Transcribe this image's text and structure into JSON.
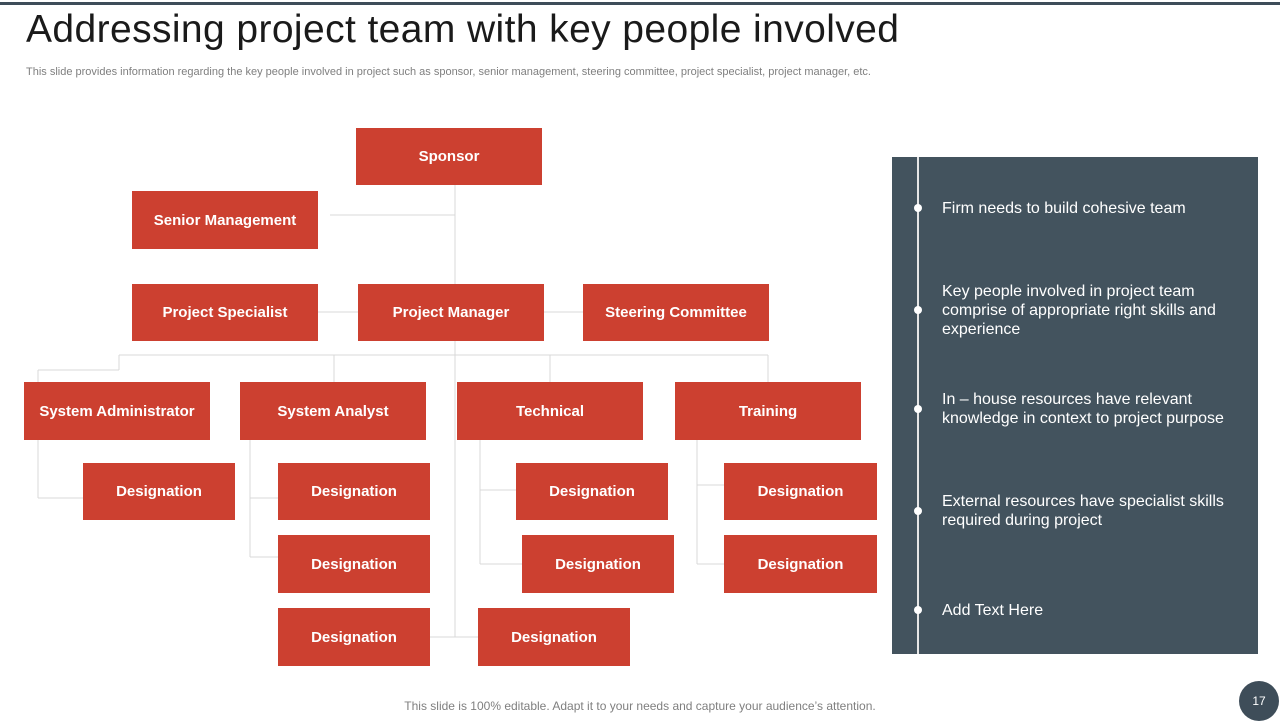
{
  "slide": {
    "title": "Addressing project team with key people involved",
    "subtitle": "This slide provides information regarding the key people involved in project such as sponsor, senior management, steering committee, project specialist, project manager, etc.",
    "footer": "This slide is 100% editable. Adapt it to your needs and capture your audience’s attention.",
    "page_number": "17"
  },
  "org": {
    "sponsor": "Sponsor",
    "senior_management": "Senior Management",
    "project_specialist": "Project Specialist",
    "project_manager": "Project Manager",
    "steering_committee": "Steering Committee",
    "system_administrator": "System Administrator",
    "system_analyst": "System Analyst",
    "technical": "Technical",
    "training": "Training",
    "designation": "Designation"
  },
  "panel": {
    "bullets": [
      "Firm needs to build cohesive team",
      "Key people involved in project team comprise of appropriate right skills and experience",
      "In – house resources have relevant knowledge in context to project purpose",
      "External resources have specialist skills required during project",
      "Add Text Here"
    ]
  },
  "colors": {
    "node_fill": "#cc4030",
    "panel_fill": "#43535e",
    "connector": "#d9d9d9"
  }
}
